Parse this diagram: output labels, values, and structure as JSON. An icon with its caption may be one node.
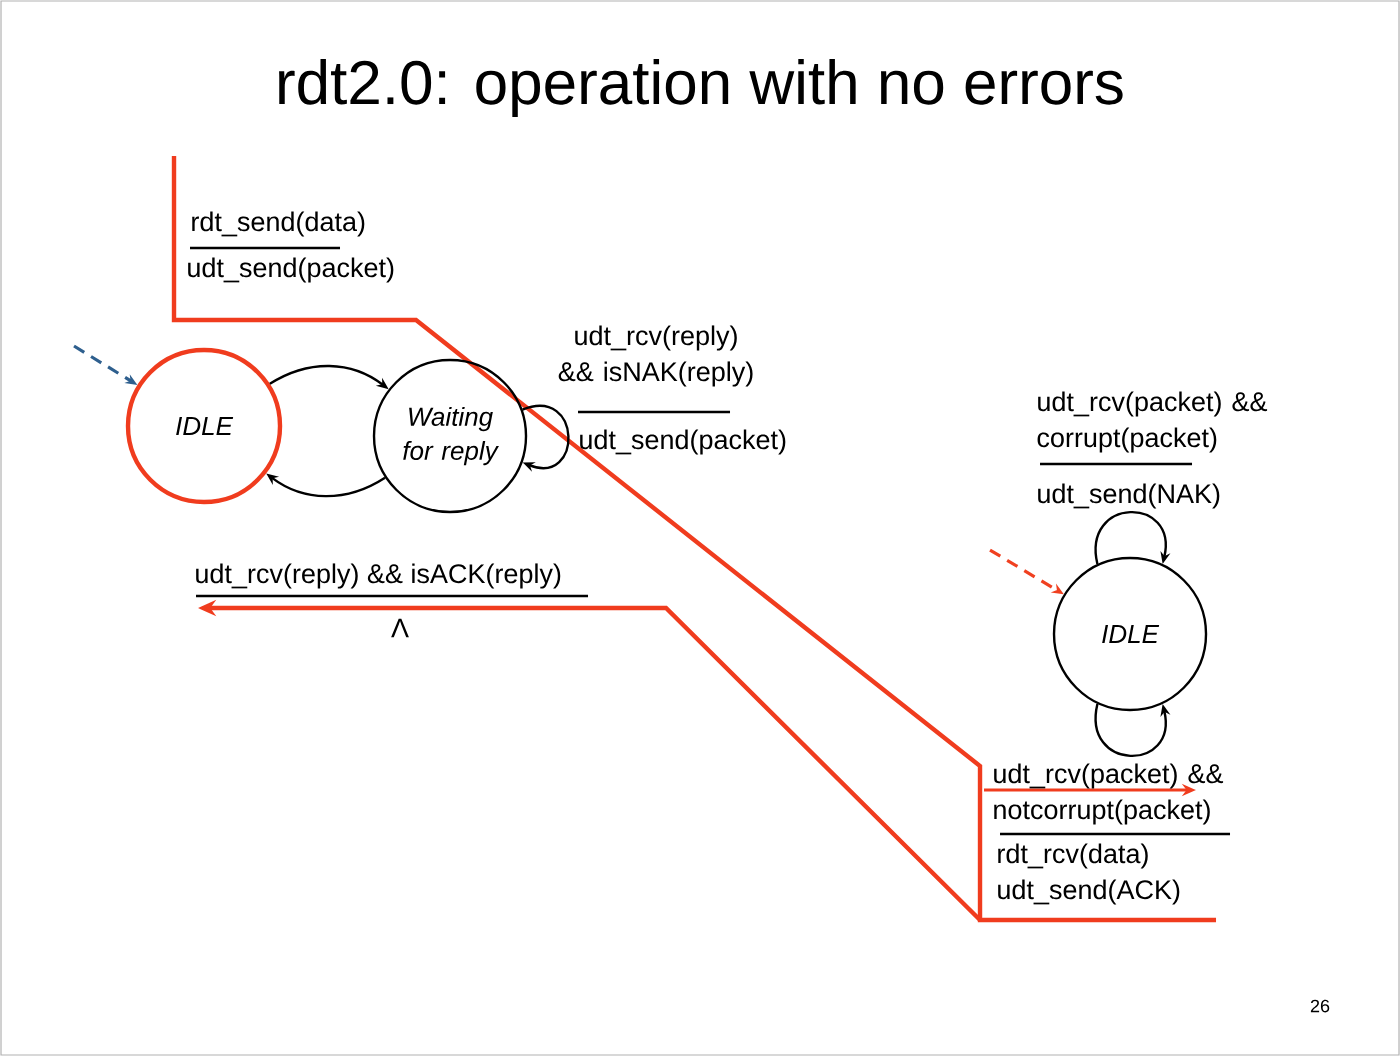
{
  "diagram": {
    "title": "rdt2.0: operation with no errors",
    "nodes": [
      {
        "text": [
          "IDLE"
        ]
      },
      {
        "text": [
          "Waiting for reply"
        ]
      },
      {
        "text": [
          "IDLE"
        ]
      }
    ],
    "edges": [
      {
        "from": 0,
        "to": 1,
        "arrow": "to"
      },
      {
        "from": 1,
        "to": 0,
        "arrow": "to"
      },
      {
        "from": 1,
        "to": 1,
        "arrow": "to"
      },
      {
        "from": 2,
        "to": 2,
        "arrow": "to"
      },
      {
        "from": 2,
        "to": 2,
        "arrow": "to"
      },
      {
        "from": null,
        "to": 0,
        "arrow": "to",
        "style": "dashed",
        "color": "#2e5f8e"
      },
      {
        "from": null,
        "to": 2,
        "arrow": "to",
        "style": "dashed",
        "color": "#f04020"
      }
    ],
    "labels": [
      "rdt_send(data)",
      "udt_send(packet)",
      "udt_rcv(reply) && isNAK(reply)",
      "udt_send(packet)",
      "udt_rcv(packet) && corrupt(packet)",
      "udt_send(NAK)",
      "udt_rcv(reply) && isACK(reply)",
      "Λ",
      "udt_rcv(packet) && notcorrupt(packet)",
      "rdt_rcv(data) udt_send(ACK)",
      "26"
    ]
  }
}
